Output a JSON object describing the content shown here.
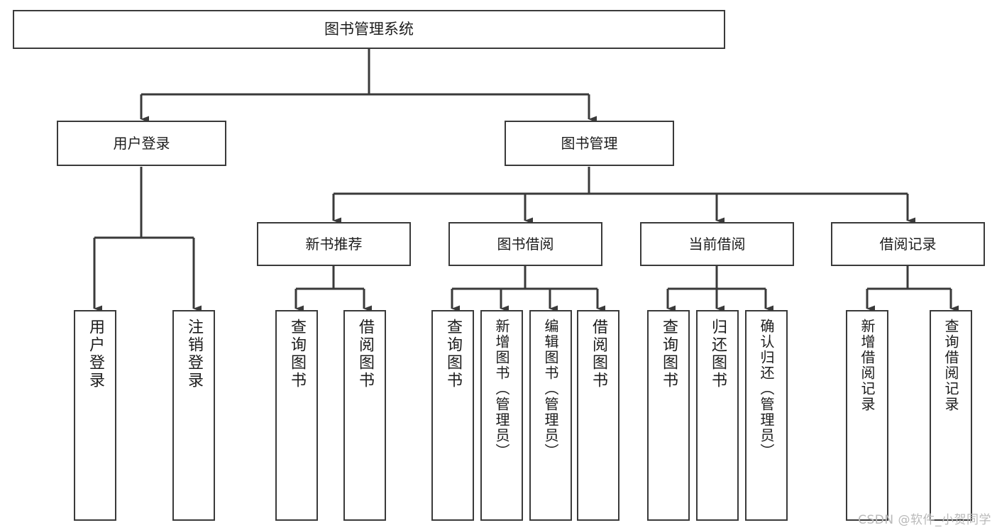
{
  "diagram": {
    "title": "图书管理系统",
    "type": "tree",
    "colors": {
      "stroke": "#3a3a3a",
      "fill": "#ffffff",
      "text": "#1c1c1c",
      "watermark": "#b9b9b9"
    },
    "root": {
      "label": "图书管理系统"
    },
    "level2": [
      {
        "id": "user-login",
        "label": "用户登录"
      },
      {
        "id": "book-manage",
        "label": "图书管理"
      }
    ],
    "level3": [
      {
        "id": "new-book-recommend",
        "label": "新书推荐",
        "parent": "book-manage"
      },
      {
        "id": "book-borrow",
        "label": "图书借阅",
        "parent": "book-manage"
      },
      {
        "id": "current-borrow",
        "label": "当前借阅",
        "parent": "book-manage"
      },
      {
        "id": "borrow-record",
        "label": "借阅记录",
        "parent": "book-manage"
      }
    ],
    "leaves": [
      {
        "id": "leaf-user-login",
        "label": "用户登录",
        "parent": "user-login"
      },
      {
        "id": "leaf-logout",
        "label": "注销登录",
        "parent": "user-login"
      },
      {
        "id": "leaf-query-book-1",
        "label": "查询图书",
        "parent": "new-book-recommend"
      },
      {
        "id": "leaf-borrow-book-1",
        "label": "借阅图书",
        "parent": "new-book-recommend"
      },
      {
        "id": "leaf-query-book-2",
        "label": "查询图书",
        "parent": "book-borrow"
      },
      {
        "id": "leaf-add-book",
        "label": "新增图书（管理员）",
        "parent": "book-borrow"
      },
      {
        "id": "leaf-edit-book",
        "label": "编辑图书（管理员）",
        "parent": "book-borrow"
      },
      {
        "id": "leaf-borrow-book-2",
        "label": "借阅图书",
        "parent": "book-borrow"
      },
      {
        "id": "leaf-query-book-3",
        "label": "查询图书",
        "parent": "current-borrow"
      },
      {
        "id": "leaf-return-book",
        "label": "归还图书",
        "parent": "current-borrow"
      },
      {
        "id": "leaf-confirm-return",
        "label": "确认归还（管理员）",
        "parent": "current-borrow"
      },
      {
        "id": "leaf-add-record",
        "label": "新增借阅记录",
        "parent": "borrow-record"
      },
      {
        "id": "leaf-query-record",
        "label": "查询借阅记录",
        "parent": "borrow-record"
      }
    ],
    "watermark": "CSDN @软件_小贺同学"
  }
}
